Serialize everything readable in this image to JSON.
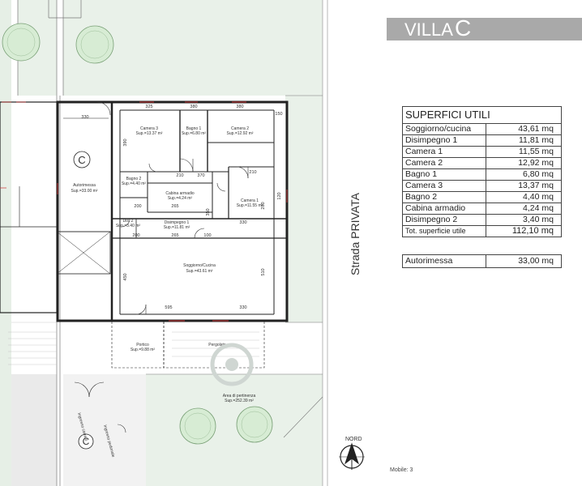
{
  "villa_title": {
    "prefix": "VILLA",
    "letter": "C"
  },
  "surfaces": {
    "title": "SUPERFICI UTILI",
    "rows": [
      {
        "label": "Soggiorno/cucina",
        "value": "43,61 mq"
      },
      {
        "label": "Disimpegno 1",
        "value": "11,81 mq"
      },
      {
        "label": "Camera 1",
        "value": "11,55 mq"
      },
      {
        "label": "Camera 2",
        "value": "12,92 mq"
      },
      {
        "label": "Bagno 1",
        "value": "6,80 mq"
      },
      {
        "label": "Camera 3",
        "value": "13,37 mq"
      },
      {
        "label": "Bagno 2",
        "value": "4,40 mq"
      },
      {
        "label": "Cabina armadio",
        "value": "4,24 mq"
      },
      {
        "label": "Disimpegno 2",
        "value": "3,40 mq"
      }
    ],
    "total_label": "Tot. superficie utile",
    "total_value": "112,10 mq",
    "garage_label": "Autorimessa",
    "garage_value": "33,00 mq"
  },
  "plan": {
    "road_label": "Strada PRIVATA",
    "north_label": "NORD",
    "unit_letter": "C",
    "rooms": {
      "camera3": {
        "name": "Camera 3",
        "area": "Sup.=13.37 m²"
      },
      "bagno1": {
        "name": "Bagno 1",
        "area": "Sup.=6.80 m²"
      },
      "camera2": {
        "name": "Camera 2",
        "area": "Sup.=12.92 m²"
      },
      "camera1": {
        "name": "Camera 1",
        "area": "Sup.=11.55 m²"
      },
      "autorimessa": {
        "name": "Autorimessa",
        "area": "Sup.=33.00 m²"
      },
      "bagno2": {
        "name": "Bagno 2",
        "area": "Sup.=4.40 m²"
      },
      "cabina": {
        "name": "Cabina armadio",
        "area": "Sup.=4.24 m²"
      },
      "dis2": {
        "name": "Dis. 2",
        "area": "Sup.=3.40 m²"
      },
      "dis1": {
        "name": "Disimpegno 1",
        "area": "Sup.=11.81 m²"
      },
      "soggiorno": {
        "name": "Soggiorno/Cucina",
        "area": "Sup.=43.61 m²"
      },
      "portico": {
        "name": "Portico",
        "area": "Sup.=9.88 m²"
      },
      "pergolato": {
        "name": "Pergolato"
      },
      "area_pert": {
        "name": "Area di pertinenza",
        "area": "Sup.=252.39 m²"
      },
      "ingresso_carraio": "Ingresso carraio",
      "ingresso_pedonale": "Ingresso pedonale"
    },
    "dims": {
      "d325": "325",
      "d380a": "380",
      "d380b": "380",
      "d330a": "330",
      "d390": "390",
      "d210a": "210",
      "d370": "370",
      "d210b": "210",
      "d265": "265",
      "d200a": "200",
      "d265b": "265",
      "d200b": "200",
      "d100": "100",
      "d330b": "330",
      "d350": "350",
      "d280": "280",
      "d450": "450",
      "d510": "510",
      "d595": "595",
      "d330c": "330",
      "d120": "120",
      "d150": "150"
    },
    "footer": "Mobile: 3"
  }
}
